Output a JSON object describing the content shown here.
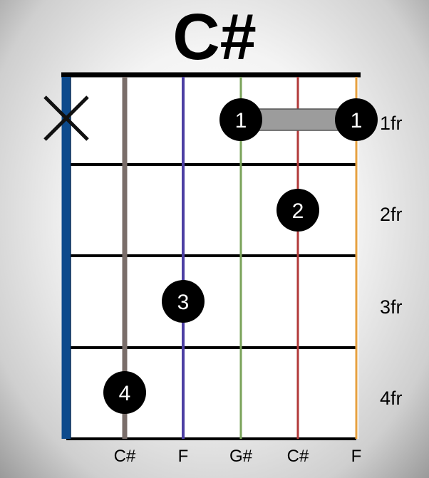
{
  "chord": {
    "name": "C#"
  },
  "diagram": {
    "string_colors": [
      "#0d4a8c",
      "#7a6e6a",
      "#4d3fa3",
      "#7aa35a",
      "#b23a3a",
      "#e6a040"
    ],
    "muted_strings": [
      0
    ],
    "fret_labels": [
      "1fr",
      "2fr",
      "3fr",
      "4fr"
    ],
    "fingerings": [
      {
        "string": 1,
        "fret": 4,
        "finger": "4"
      },
      {
        "string": 2,
        "fret": 3,
        "finger": "3"
      },
      {
        "string": 3,
        "fret": 1,
        "finger": "1"
      },
      {
        "string": 4,
        "fret": 2,
        "finger": "2"
      },
      {
        "string": 5,
        "fret": 1,
        "finger": "1"
      }
    ],
    "barre": {
      "fret": 1,
      "from_string": 3,
      "to_string": 5
    },
    "note_labels": [
      {
        "string": 1,
        "note": "C#"
      },
      {
        "string": 2,
        "note": "F"
      },
      {
        "string": 3,
        "note": "G#"
      },
      {
        "string": 4,
        "note": "C#"
      },
      {
        "string": 5,
        "note": "F"
      }
    ]
  }
}
